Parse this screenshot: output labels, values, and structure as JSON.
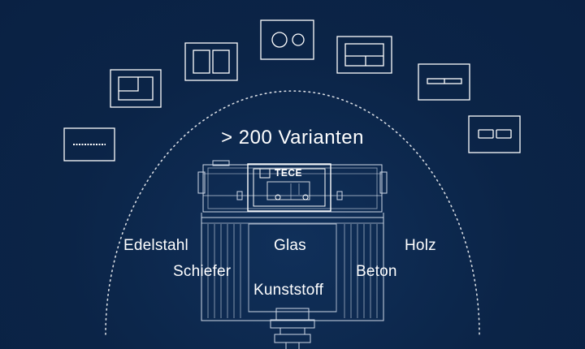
{
  "headline": "> 200 Varianten",
  "brand": "TECE",
  "materials": {
    "edelstahl": "Edelstahl",
    "glas": "Glas",
    "holz": "Holz",
    "schiefer": "Schiefer",
    "beton": "Beton",
    "kunststoff": "Kunststoff"
  },
  "colors": {
    "background": "#0b2447",
    "line": "#ffffff"
  }
}
